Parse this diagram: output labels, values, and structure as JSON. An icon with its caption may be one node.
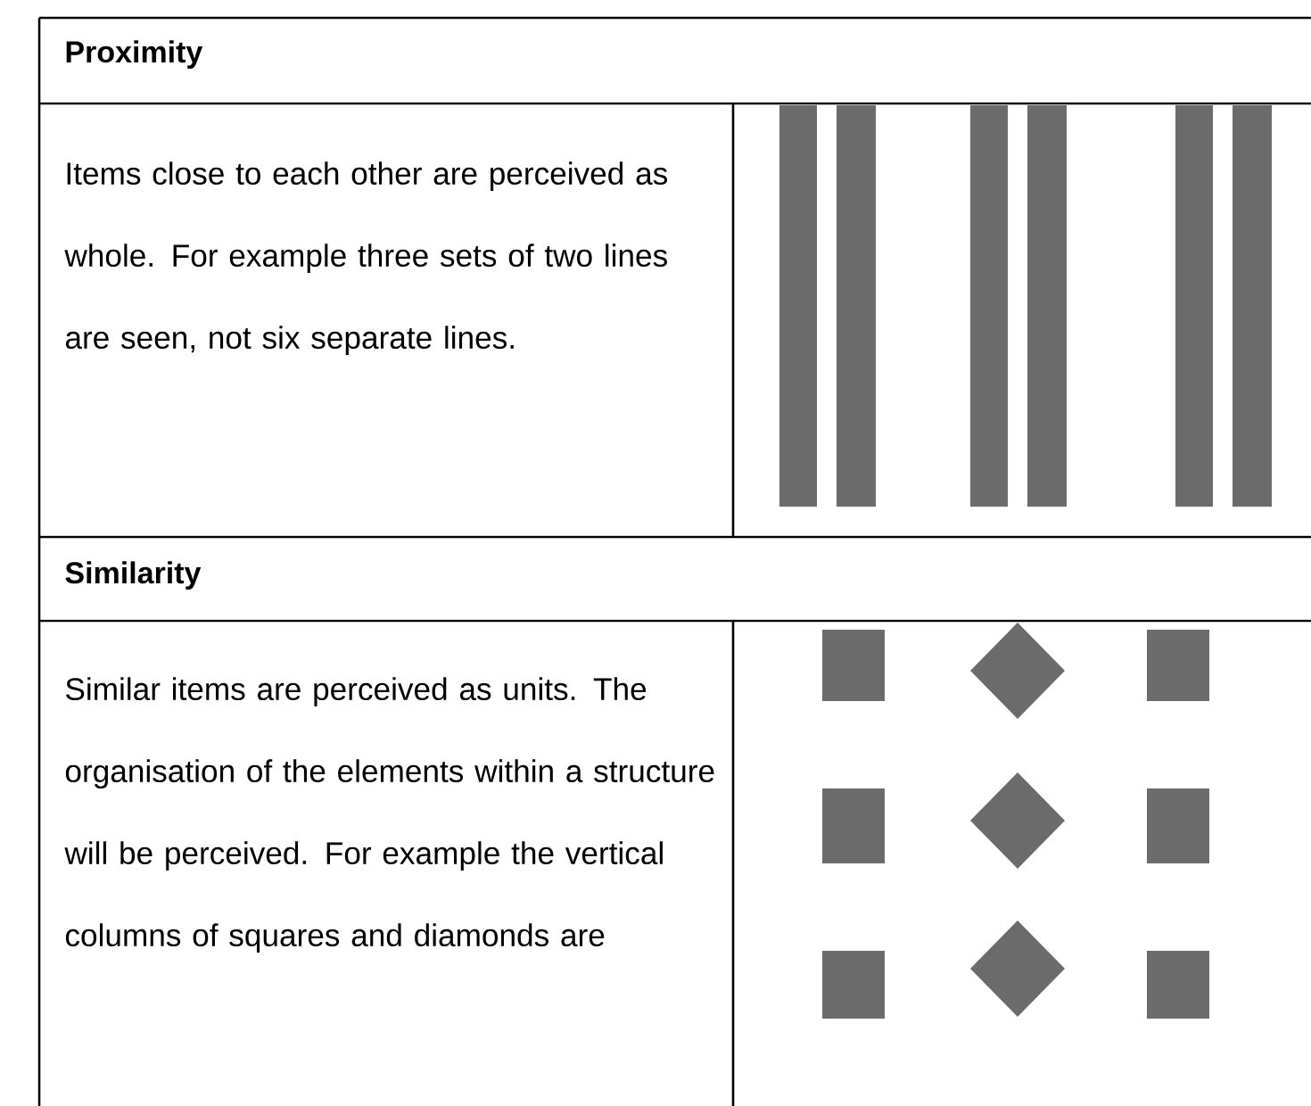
{
  "diagram": {
    "labels": [
      "Proximity",
      "Items close to each other are perceived as whole. For example three sets of two lines are seen, not six separate lines.",
      "Similarity",
      "Similar items are perceived as units. The organisation of the elements within a structure will be perceived. For example the vertical columns of squares and diamonds are"
    ]
  }
}
